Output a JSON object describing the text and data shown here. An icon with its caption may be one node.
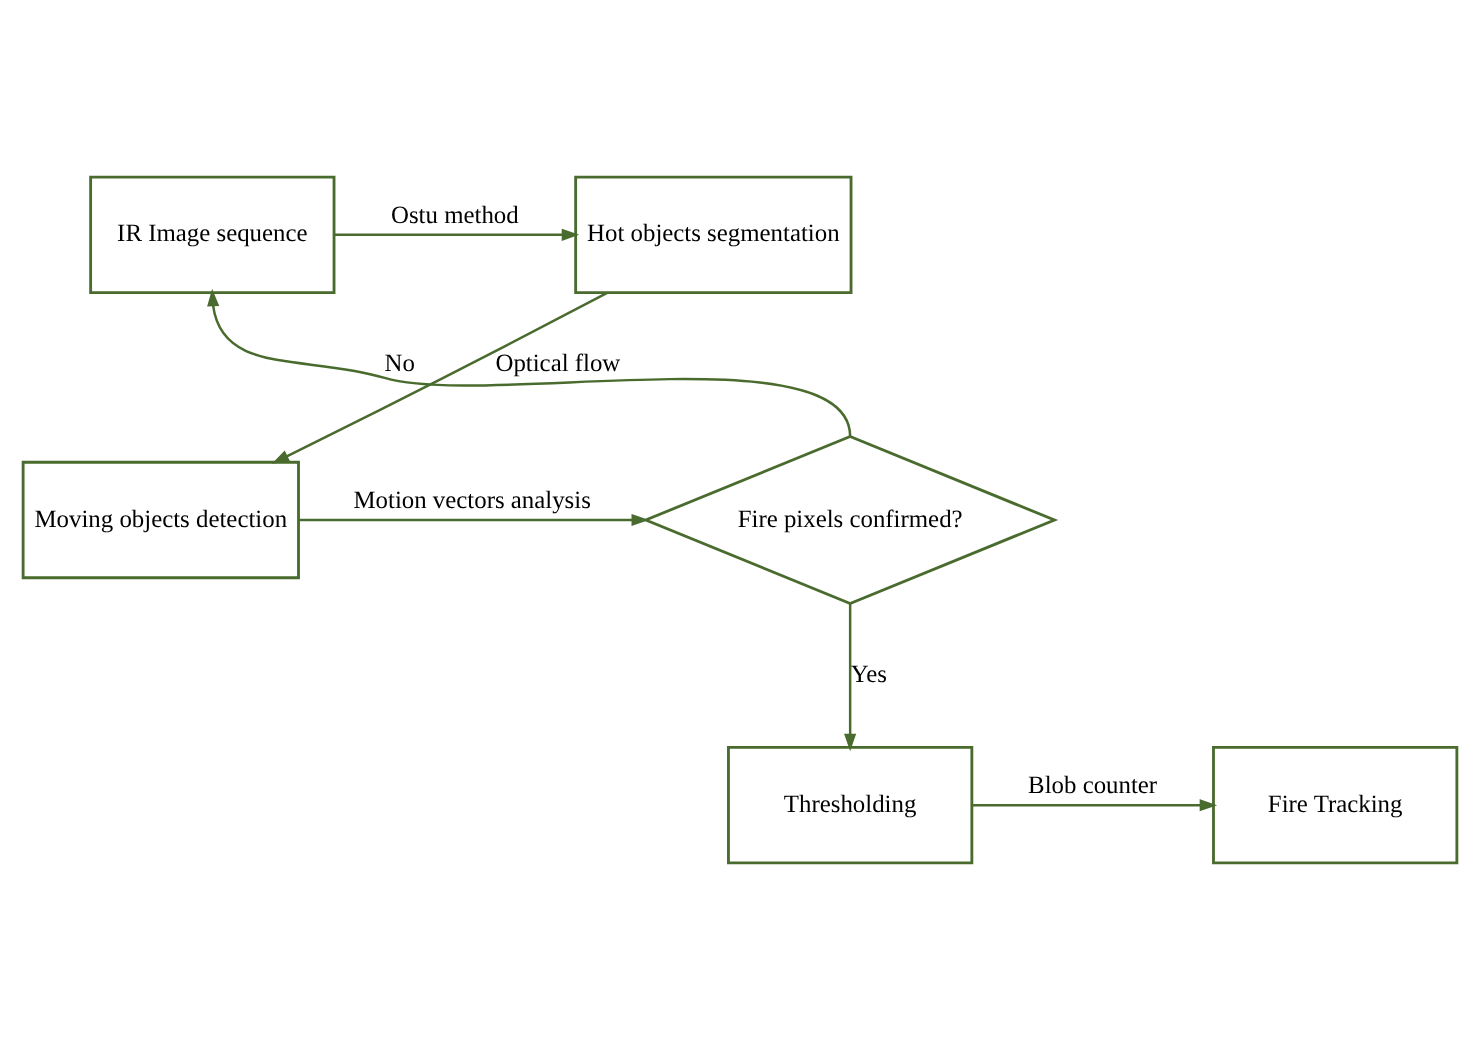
{
  "diagram": {
    "nodes": [
      {
        "text": [
          "IR Image sequence"
        ]
      },
      {
        "text": [
          "Hot objects segmentation"
        ]
      },
      {
        "text": [
          "Moving objects detection"
        ]
      },
      {
        "text": [
          "Fire pixels confirmed?"
        ]
      },
      {
        "text": [
          "Thresholding"
        ]
      },
      {
        "text": [
          "Fire Tracking"
        ]
      }
    ],
    "edges": [
      {
        "from": 0,
        "to": 1,
        "arrow": "to",
        "label": "Ostu method"
      },
      {
        "from": 1,
        "to": 2,
        "arrow": "to",
        "label": "Optical flow"
      },
      {
        "from": 2,
        "to": 3,
        "arrow": "to",
        "label": "Motion vectors analysis"
      },
      {
        "from": 3,
        "to": 0,
        "arrow": "to",
        "label": "No"
      },
      {
        "from": 3,
        "to": 4,
        "arrow": "to",
        "label": "Yes"
      },
      {
        "from": 4,
        "to": 5,
        "arrow": "to",
        "label": "Blob counter"
      }
    ]
  }
}
